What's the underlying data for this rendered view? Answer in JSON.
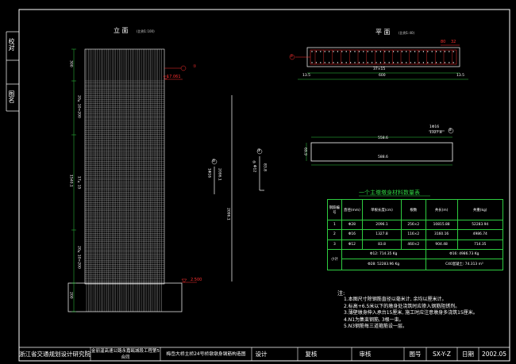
{
  "sidebar": {
    "check_label": "校对",
    "figure_label": "图名"
  },
  "elevation": {
    "title": "立 面",
    "scale": "(比例1:100)",
    "label_top": "①",
    "elev_top": "17.061",
    "elev_bottom": "2.500",
    "dim_left_1": "300",
    "dim_left_2": "20×10=200",
    "dim_left_3": "1540.1",
    "dim_left_4": "17×15",
    "dim_left_5": "20×10=200",
    "dim_left_6": "200",
    "bar_mark": "②",
    "bar_spec": "1Φ16",
    "bar_len": "2096.1",
    "bar2_mark": "③",
    "bar2_spec": "⑩Φ12",
    "bar2_len": "83.8",
    "total_height": "2096.1"
  },
  "plan": {
    "title": "平 面",
    "scale": "(比例1:40)",
    "label_top": "①",
    "dim_top_1": "80",
    "dim_top_2": "32",
    "dim_spacing": "37×15",
    "dim_left": "13.5",
    "dim_total": "600",
    "dim_right": "13.5",
    "bar_mark": "②",
    "bar_spec": "1Φ16",
    "bar_len": "1327.8",
    "dim_inner": "558.6",
    "dim_height": "69.9",
    "dim_outer": "588.6"
  },
  "table": {
    "title": "一个主墩墩身材料数量表",
    "headers": [
      "钢筋编号",
      "直径(mm)",
      "单根长度(cm)",
      "根数",
      "共长(m)",
      "共重(kg)"
    ],
    "rows": [
      [
        "1",
        "Φ28",
        "2096.1",
        "256×2",
        "10815.88",
        "52283.94"
      ],
      [
        "2",
        "Φ16",
        "1327.8",
        "116×2",
        "3160.16",
        "4986.74"
      ],
      [
        "3",
        "Φ12",
        "83.8",
        "460×2",
        "904.48",
        "714.35"
      ]
    ],
    "subtotal_label": "小计",
    "subtotal_1": "Φ12: 714.35 Kg",
    "subtotal_2": "Φ16: 4986.73 Kg",
    "subtotal_3": "Φ28: 52283.96 Kg",
    "subtotal_4": "C40混凝土: 74.313 m³"
  },
  "notes": {
    "title": "注:",
    "items": [
      "1.本图尺寸除钢筋直径以毫米计, 余均以厘米计。",
      "2.标高+6.5米以下的墩身处浇筑时应掺入钢筋阻锈剂。",
      "3.薄壁墩身伸入承台15厘米, 施工时应注意墩身多浇筑15厘米。",
      "4.N1为集束钢筋, 3根一束。",
      "5.N3钢筋每三道箍筋设一层。"
    ]
  },
  "title_block": {
    "institute": "浙江省交通规划设计研究院",
    "project": "金丽温高速公路永嘉瓯城段工程第5合同",
    "drawing_name": "梅岙大桥主桥24号桥墩墩身钢筋构造图",
    "design": "设计",
    "review": "复核",
    "approve": "审核",
    "fig_no_label": "图号",
    "fig_no": "SX-Y-Z",
    "date_label": "日期",
    "date": "2002.05"
  },
  "colors": {
    "frame": "#ffffff",
    "dim": "#2ecc40",
    "mark": "#ff3030",
    "bar": "#ffffff"
  }
}
